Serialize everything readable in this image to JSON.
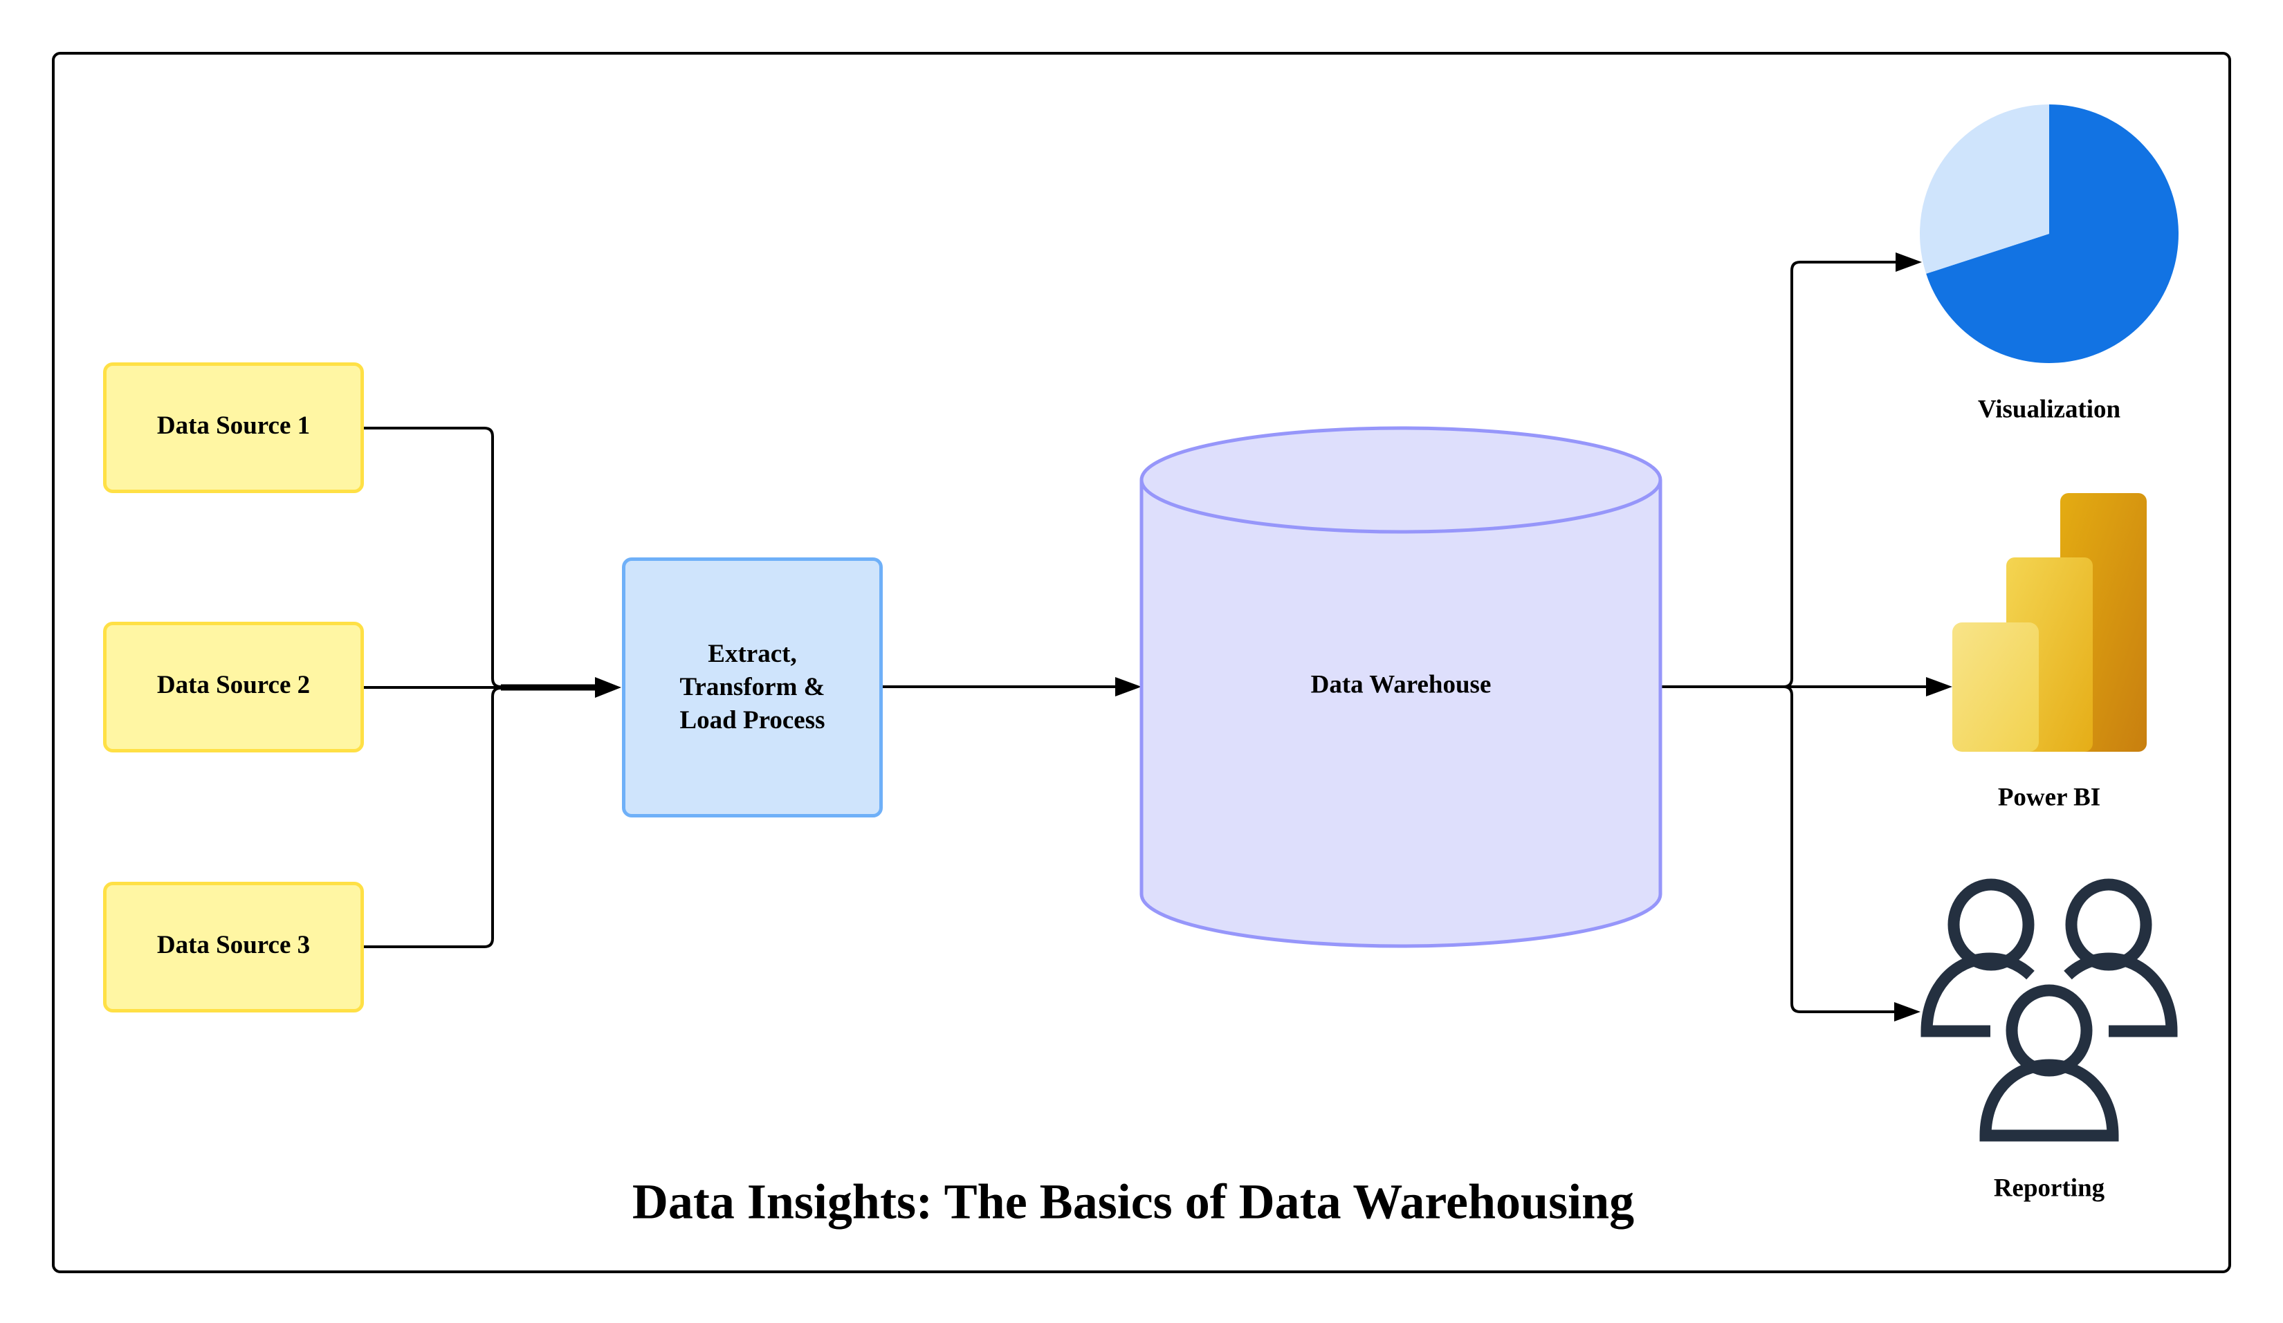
{
  "diagram": {
    "title": "Data Insights: The Basics of Data Warehousing",
    "sources": [
      {
        "label": "Data Source 1"
      },
      {
        "label": "Data Source 2"
      },
      {
        "label": "Data Source 3"
      }
    ],
    "etl": {
      "label_lines": [
        "Extract,",
        "Transform &",
        "Load Process"
      ]
    },
    "warehouse": {
      "label": "Data Warehouse"
    },
    "outputs": [
      {
        "label": "Visualization",
        "icon": "pie-chart-icon"
      },
      {
        "label": "Power BI",
        "icon": "power-bi-icon"
      },
      {
        "label": "Reporting",
        "icon": "people-group-icon"
      }
    ],
    "edges": [
      {
        "from": "Data Source 1",
        "to": "Extract, Transform & Load Process"
      },
      {
        "from": "Data Source 2",
        "to": "Extract, Transform & Load Process"
      },
      {
        "from": "Data Source 3",
        "to": "Extract, Transform & Load Process"
      },
      {
        "from": "Extract, Transform & Load Process",
        "to": "Data Warehouse"
      },
      {
        "from": "Data Warehouse",
        "to": "Visualization"
      },
      {
        "from": "Data Warehouse",
        "to": "Power BI"
      },
      {
        "from": "Data Warehouse",
        "to": "Reporting"
      }
    ],
    "pie_icon": {
      "slices": [
        {
          "share": 0.7,
          "color": "#1273E3"
        },
        {
          "share": 0.3,
          "color": "#CFE4FC"
        }
      ]
    },
    "colors": {
      "source_fill": "#FFF6A3",
      "source_stroke": "#FFE045",
      "etl_fill": "#CFE4FC",
      "etl_stroke": "#6FB0F8",
      "warehouse_fill": "#DEDFFC",
      "warehouse_stroke": "#9696FA",
      "people_icon": "#243040",
      "connector": "#000000"
    }
  }
}
